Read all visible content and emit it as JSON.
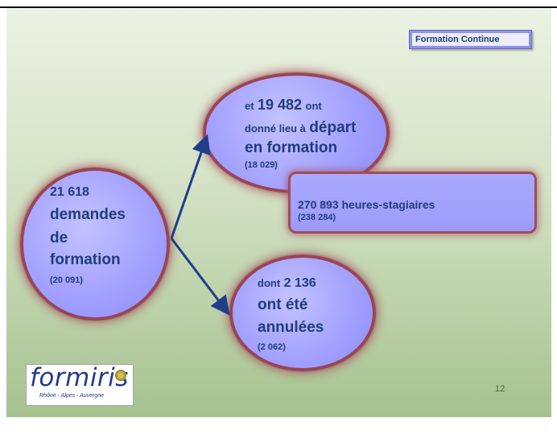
{
  "tag": "Formation Continue",
  "left": {
    "number": "21 618",
    "line1": "demandes",
    "line2": "de",
    "line3": "formation",
    "previous": "(20 091)"
  },
  "top": {
    "prefix": "et",
    "number": "19 482",
    "suffix": "ont",
    "line2_a": "donné lieu à",
    "line2_b": "départ",
    "line3": "en formation",
    "previous": "(18 029)"
  },
  "hours": {
    "value": "270 893 heures-stagiaires",
    "previous": "(238 284)"
  },
  "bottom": {
    "prefix": "dont",
    "number": "2 136",
    "line2": "ont été",
    "line3": "annulées",
    "previous": "(2 062)"
  },
  "logo": {
    "word": "formiris",
    "sub": "Rhône - Alpes - Auvergne"
  },
  "page_number": "12",
  "colors": {
    "text": "#1f3d7a",
    "bubble_fill": "#a3a2ff",
    "bubble_border": "#9a4455",
    "arrow": "#1f3d8a",
    "background_top": "#ecf2e4",
    "background_bottom": "#a6c28f"
  }
}
